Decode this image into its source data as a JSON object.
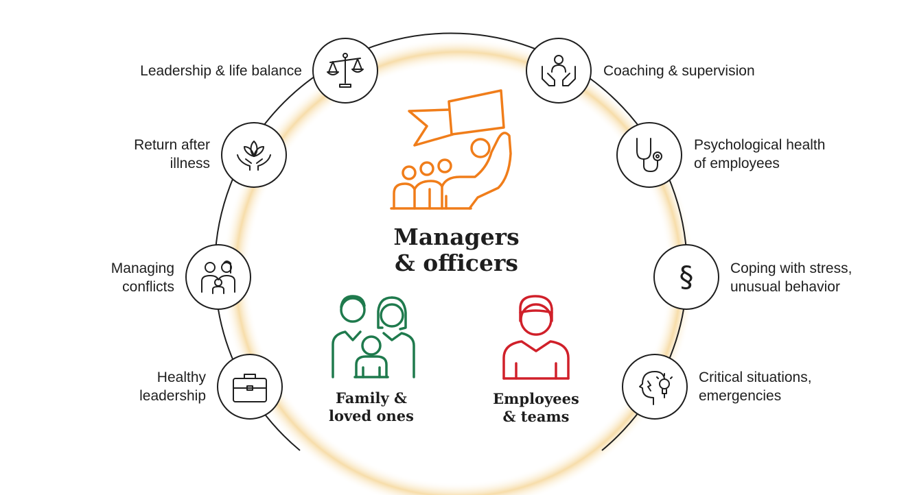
{
  "colors": {
    "ring_glow": "#f6d9a0",
    "line": "#1e1e1e",
    "managers": "#f07d1a",
    "family": "#1f7a4d",
    "employees": "#d0202a"
  },
  "center": {
    "title_line1": "Managers",
    "title_line2": "& officers",
    "icon": "hand-raising-flag-icon"
  },
  "groups": {
    "family": {
      "line1": "Family &",
      "line2": "loved ones",
      "icon": "family-icon"
    },
    "employees": {
      "line1": "Employees",
      "line2": "& teams",
      "icon": "employee-icon"
    }
  },
  "topics": {
    "left": [
      {
        "line1": "Leadership & life balance",
        "line2": "",
        "icon": "scales-icon"
      },
      {
        "line1": "Return after",
        "line2": "illness",
        "icon": "lotus-hands-icon"
      },
      {
        "line1": "Managing",
        "line2": "conflicts",
        "icon": "family-conflict-icon"
      },
      {
        "line1": "Healthy",
        "line2": "leadership",
        "icon": "briefcase-icon"
      }
    ],
    "right": [
      {
        "line1": "Coaching & supervision",
        "line2": "",
        "icon": "person-in-hands-icon"
      },
      {
        "line1": "Psychological health",
        "line2": "of employees",
        "icon": "stethoscope-icon"
      },
      {
        "line1": "Coping with stress,",
        "line2": "unusual behavior",
        "icon": "section-sign-icon"
      },
      {
        "line1": "Critical situations,",
        "line2": "emergencies",
        "icon": "head-lightbulb-icon"
      }
    ]
  }
}
